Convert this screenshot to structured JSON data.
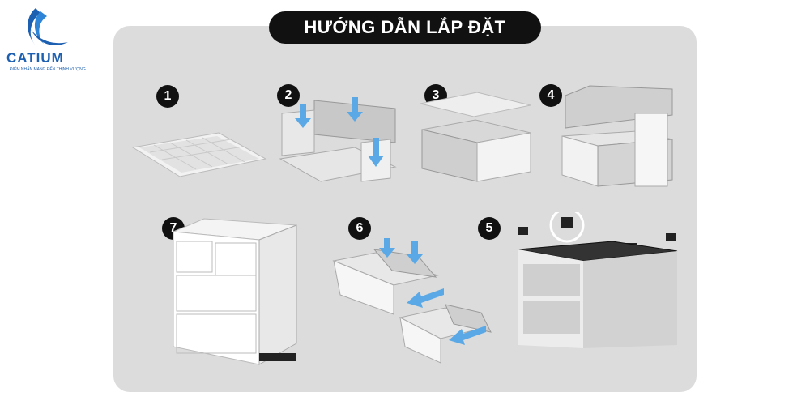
{
  "title": "HƯỚNG DẪN LẮP ĐẶT",
  "logo": {
    "brand": "CATIUM",
    "tagline": "ĐIỂM NHẤN MANG ĐẾN THỊNH VƯỢNG"
  },
  "steps": [
    {
      "number": "1"
    },
    {
      "number": "2"
    },
    {
      "number": "3"
    },
    {
      "number": "4"
    },
    {
      "number": "5"
    },
    {
      "number": "6"
    },
    {
      "number": "7"
    }
  ],
  "colors": {
    "panel_bg": "#dcdcdc",
    "pill_bg": "#111111",
    "brand_blue": "#1d5fb0",
    "arrow_blue": "#5aa9e6"
  }
}
